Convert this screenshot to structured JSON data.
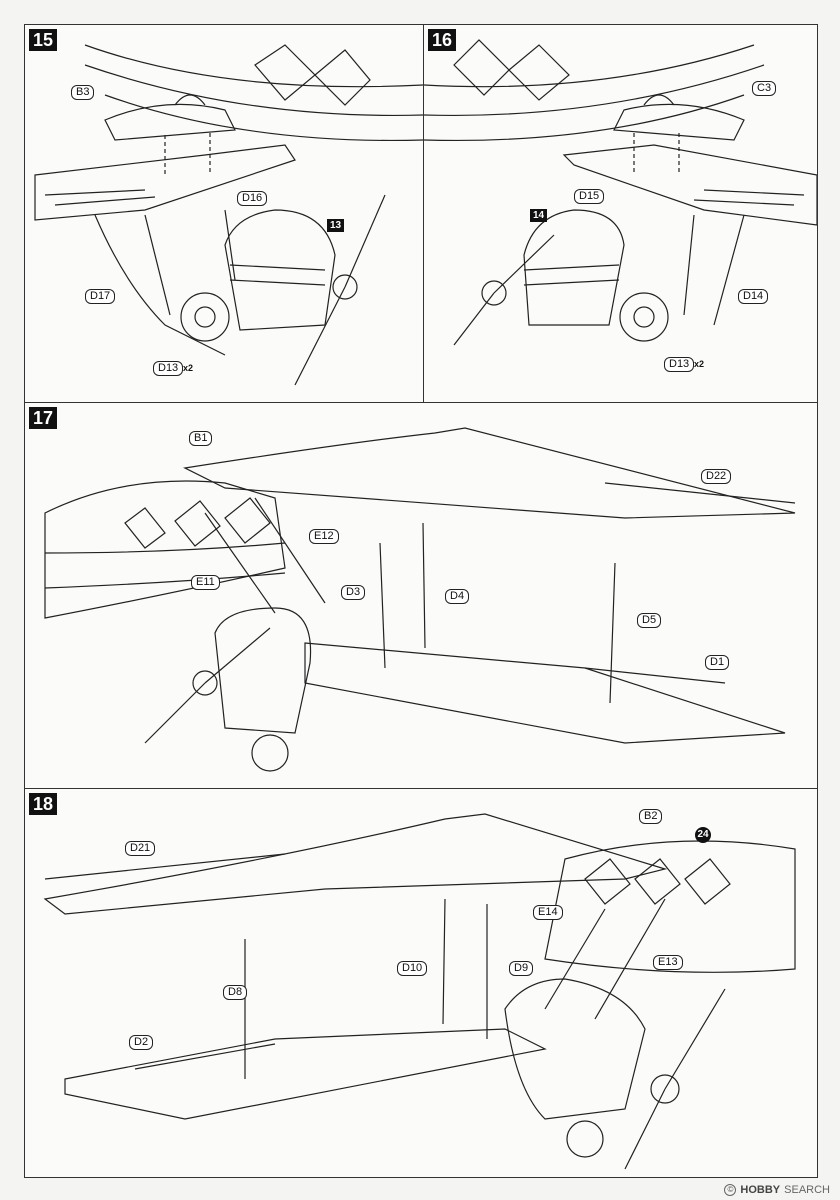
{
  "steps": {
    "s15": {
      "number": "15",
      "labels": {
        "b3": "B3",
        "d16": "D16",
        "p13": "13",
        "d17": "D17",
        "d13": "D13",
        "x2": "x2"
      }
    },
    "s16": {
      "number": "16",
      "labels": {
        "c3": "C3",
        "d15": "D15",
        "p14": "14",
        "d14": "D14",
        "d13": "D13",
        "x2": "x2"
      }
    },
    "s17": {
      "number": "17",
      "labels": {
        "b1": "B1",
        "d22": "D22",
        "e12": "E12",
        "e11": "E11",
        "d3": "D3",
        "d4": "D4",
        "d5": "D5",
        "d1": "D1"
      }
    },
    "s18": {
      "number": "18",
      "labels": {
        "b2": "B2",
        "p24": "24",
        "d21": "D21",
        "e14": "E14",
        "e13": "E13",
        "d10": "D10",
        "d9": "D9",
        "d8": "D8",
        "d2": "D2"
      }
    }
  },
  "watermark": {
    "symbol": "©",
    "name": "HOBBY",
    "suffix": "SEARCH"
  },
  "colors": {
    "ink": "#222222",
    "paper": "#fbfbf9",
    "ghost": "#c8c8c4"
  }
}
